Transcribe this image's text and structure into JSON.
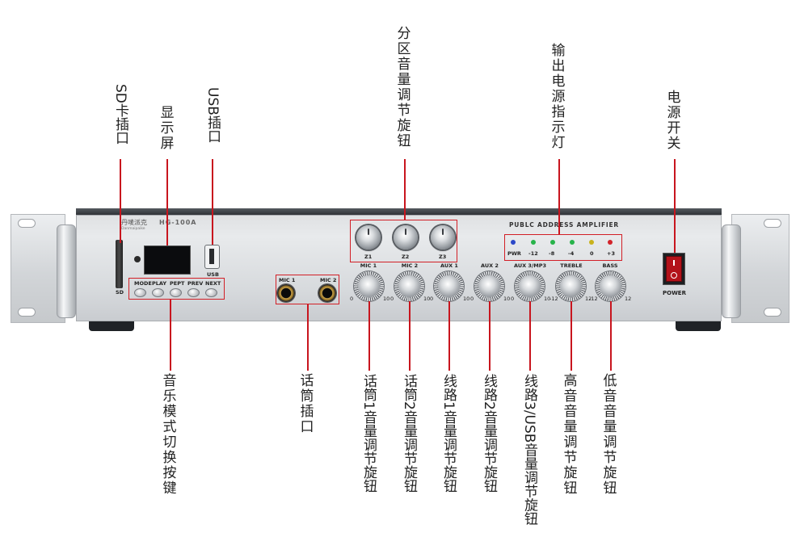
{
  "callouts": {
    "sd_slot": "SD卡插口",
    "display": "显示屏",
    "usb_port": "USB插口",
    "zone_knobs": "分区音量调节旋钮",
    "output_led": "输出电源指示灯",
    "power_switch": "电源开关",
    "mode_buttons": "音乐模式切换按键",
    "mic_jack": "话筒插口",
    "mic1_knob": "话筒1音量调节旋钮",
    "mic2_knob": "话筒2音量调节旋钮",
    "aux1_knob": "线路1音量调节旋钮",
    "aux2_knob": "线路2音量调节旋钮",
    "aux3_knob": "线路3/USB音量调节旋钮",
    "treble_knob": "高音音量调节旋钮",
    "bass_knob": "低音音量调节旋钮"
  },
  "device": {
    "brand": "丹唛派克",
    "brand_sub": "Danmaipaike",
    "model": "HG-100A",
    "panel_title": "PUBLC ADDRESS AMPLIFIER",
    "sd_label": "SD",
    "usb_label": "USB",
    "power_label": "POWER",
    "zones": [
      "Z1",
      "Z2",
      "Z3"
    ],
    "buttons": [
      "MODE",
      "PLAY",
      "PEPT",
      "PREV",
      "NEXT"
    ],
    "mics": [
      "MIC 1",
      "MIC 2"
    ],
    "leds": [
      {
        "label": "PWR",
        "color": "#2b48c8"
      },
      {
        "label": "-12",
        "color": "#27b34a"
      },
      {
        "label": "-8",
        "color": "#27b34a"
      },
      {
        "label": "-4",
        "color": "#27b34a"
      },
      {
        "label": "0",
        "color": "#c9b21c"
      },
      {
        "label": "+3",
        "color": "#d2232a"
      }
    ],
    "channels": [
      {
        "label": "MIC 1",
        "min": "0",
        "max": "10"
      },
      {
        "label": "MIC 2",
        "min": "0",
        "max": "10"
      },
      {
        "label": "AUX 1",
        "min": "0",
        "max": "10"
      },
      {
        "label": "AUX 2",
        "min": "0",
        "max": "10"
      },
      {
        "label": "AUX 3/MP3",
        "min": "0",
        "max": "10"
      },
      {
        "label": "TREBLE",
        "min": "-12",
        "max": "12"
      },
      {
        "label": "BASS",
        "min": "-12",
        "max": "12"
      }
    ]
  }
}
